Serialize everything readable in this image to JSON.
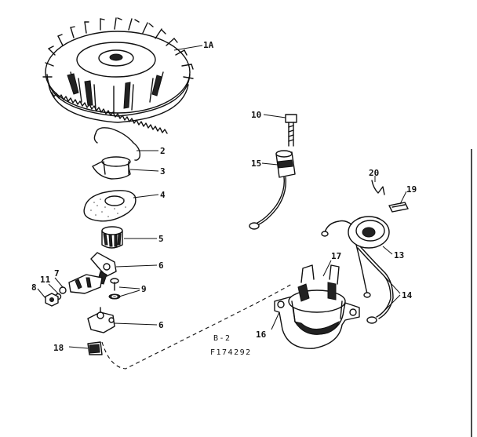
{
  "labels": {
    "p1a": "1A",
    "p2": "2",
    "p3": "3",
    "p4": "4",
    "p5": "5",
    "p6a": "6",
    "p6b": "6",
    "p7": "7",
    "p8": "8",
    "p9": "9",
    "p10": "10",
    "p11": "11",
    "p13": "13",
    "p14": "14",
    "p15": "15",
    "p16": "16",
    "p17": "17",
    "p18": "18",
    "p19": "19",
    "p20": "20"
  },
  "figure": {
    "section": "B-2",
    "code": "F174292"
  }
}
